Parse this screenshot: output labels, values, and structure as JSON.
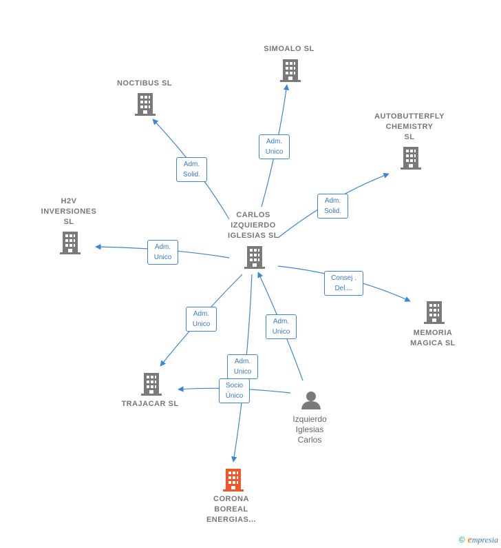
{
  "colors": {
    "edge": "#3b86d8",
    "building": "#7a7a7a",
    "focus_building": "#f0572a",
    "person": "#7a7a7a"
  },
  "nodes": {
    "simoalo": "SIMOALO  SL",
    "noctibus": "NOCTIBUS  SL",
    "autobutterfly": "AUTOBUTTERFLY\nCHEMISTRY\nSL",
    "h2v": "H2V\nINVERSIONES\nSL",
    "carlos_sl": "CARLOS\nIZQUIERDO\nIGLESIAS SL",
    "memoria": "MEMORIA\nMAGICA  SL",
    "trajacar": "TRAJACAR  SL",
    "person": "Izquierdo\nIglesias\nCarlos",
    "corona": "CORONA\nBOREAL\nENERGIAS..."
  },
  "edges": {
    "noctibus": "Adm.\nSolid.",
    "simoalo": "Adm.\nUnico",
    "autobutterfly": "Adm.\nSolid.",
    "h2v": "Adm.\nUnico",
    "memoria": "Consej .\nDel....",
    "trajacar": "Adm.\nUnico",
    "person_carlos": "Adm.\nUnico",
    "corona": "Adm.\nUnico",
    "person_trajacar": "Socio\nÚnico"
  },
  "icons": {
    "building": "building-icon",
    "person": "person-icon"
  },
  "brand": {
    "copyright": "©",
    "e": "e",
    "rest": "mpresia"
  }
}
